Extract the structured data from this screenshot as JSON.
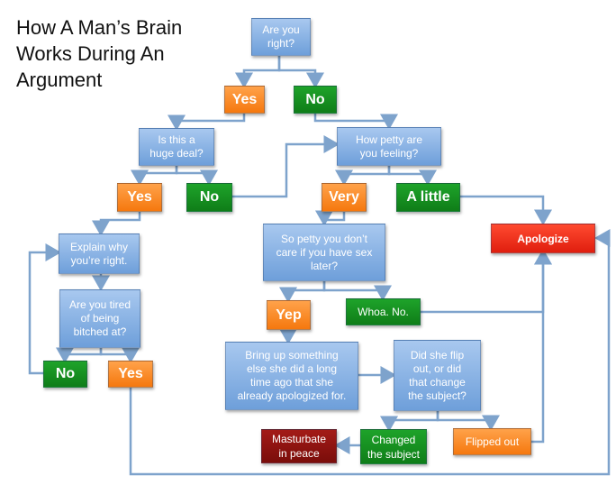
{
  "title": "How A Man’s Brain\nWorks During An\nArgument",
  "nodes": {
    "are_you_right": "Are you\nright?",
    "yes_right": "Yes",
    "no_right": "No",
    "huge_deal": "Is this a\nhuge deal?",
    "how_petty": "How petty are\nyou feeling?",
    "yes_huge": "Yes",
    "no_huge": "No",
    "very": "Very",
    "a_little": "A little",
    "apologize": "Apologize",
    "explain_why": "Explain why\nyou’re right.",
    "so_petty": "So petty you don’t\ncare if you have sex\nlater?",
    "tired": "Are you tired\nof being\nbitched at?",
    "yep": "Yep",
    "whoa_no": "Whoa. No.",
    "no_tired": "No",
    "yes_tired": "Yes",
    "bring_up": "Bring up something\nelse she did a long\ntime ago that she\nalready apologized for.",
    "flip_out": "Did she flip\nout, or did\nthat change\nthe subject?",
    "masturbate": "Masturbate\nin peace",
    "changed": "Changed\nthe subject",
    "flipped": "Flipped out"
  },
  "colors": {
    "question": "#8ab3e6",
    "orange": "#f68b1f",
    "green": "#138c1f",
    "red": "#f03018",
    "dark_red": "#8e1411",
    "connector": "#7ea3cc"
  }
}
